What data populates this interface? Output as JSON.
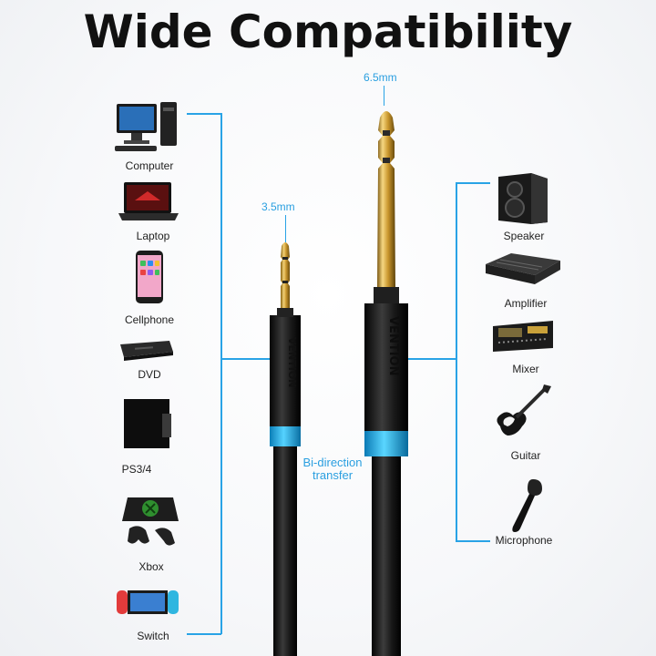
{
  "title": "Wide Compatibility",
  "left_devices": [
    {
      "label": "Computer",
      "icon": "computer-icon"
    },
    {
      "label": "Laptop",
      "icon": "laptop-icon"
    },
    {
      "label": "Cellphone",
      "icon": "cellphone-icon"
    },
    {
      "label": "DVD",
      "icon": "dvd-player-icon"
    },
    {
      "label": "PS3/4",
      "icon": "game-console-icon"
    },
    {
      "label": "Xbox",
      "icon": "xbox-console-icon"
    },
    {
      "label": "Switch",
      "icon": "switch-console-icon"
    }
  ],
  "right_devices": [
    {
      "label": "Speaker",
      "icon": "speaker-icon"
    },
    {
      "label": "Amplifier",
      "icon": "amplifier-icon"
    },
    {
      "label": "Mixer",
      "icon": "mixer-icon"
    },
    {
      "label": "Guitar",
      "icon": "guitar-icon"
    },
    {
      "label": "Microphone",
      "icon": "microphone-icon"
    }
  ],
  "plugs": {
    "small_label": "3.5mm",
    "large_label": "6.5mm",
    "brand_text": "VENTION"
  },
  "bidirection": {
    "line1": "Bi-direction",
    "line2": "transfer"
  },
  "colors": {
    "accent": "#29a3e6",
    "plug_blue": "#1fb6f0",
    "gold": "#d4a93c",
    "cable": "#1a1a1a"
  }
}
